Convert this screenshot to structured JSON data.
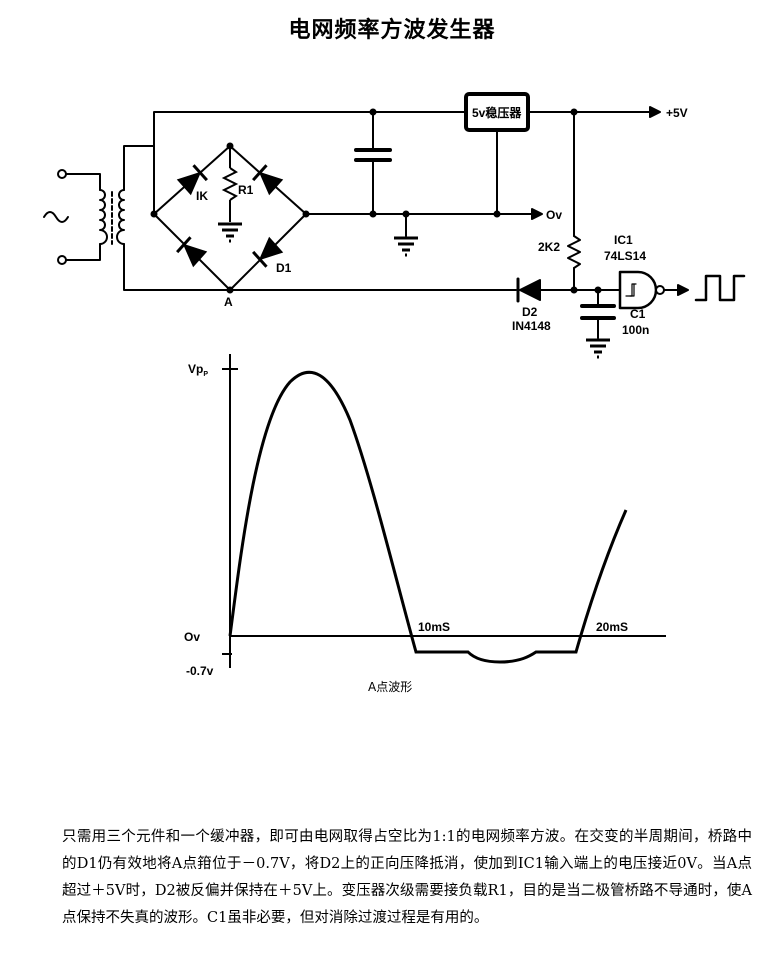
{
  "title": "电网频率方波发生器",
  "circuit": {
    "regulator": "5v稳压器",
    "vcc": "+5V",
    "ov": "Ov",
    "r1": "R1",
    "ik": "IK",
    "d1": "D1",
    "node_a": "A",
    "r2k2": "2K2",
    "ic1": "IC1",
    "ic1_part": "74LS14",
    "d2": "D2",
    "d2_part": "IN4148",
    "c1": "C1",
    "c1_value": "100n"
  },
  "waveform": {
    "ylabel": "Vp",
    "ylabel_sub": "P",
    "zero_label": "Ov",
    "neg_label": "-0.7v",
    "t1_label": "10mS",
    "t2_label": "20mS",
    "caption": "A点波形"
  },
  "description": "只需用三个元件和一个缓冲器，即可由电网取得占空比为1:1的电网频率方波。在交变的半周期间，桥路中的D1仍有效地将A点箝位于－0.7V，将D2上的正向压降抵消，使加到IC1输入端上的电压接近0V。当A点超过＋5V时，D2被反偏并保持在＋5V上。变压器次级需要接负载R1，目的是当二极管桥路不导通时，使A点保持不失真的波形。C1虽非必要，但对消除过渡过程是有用的。"
}
